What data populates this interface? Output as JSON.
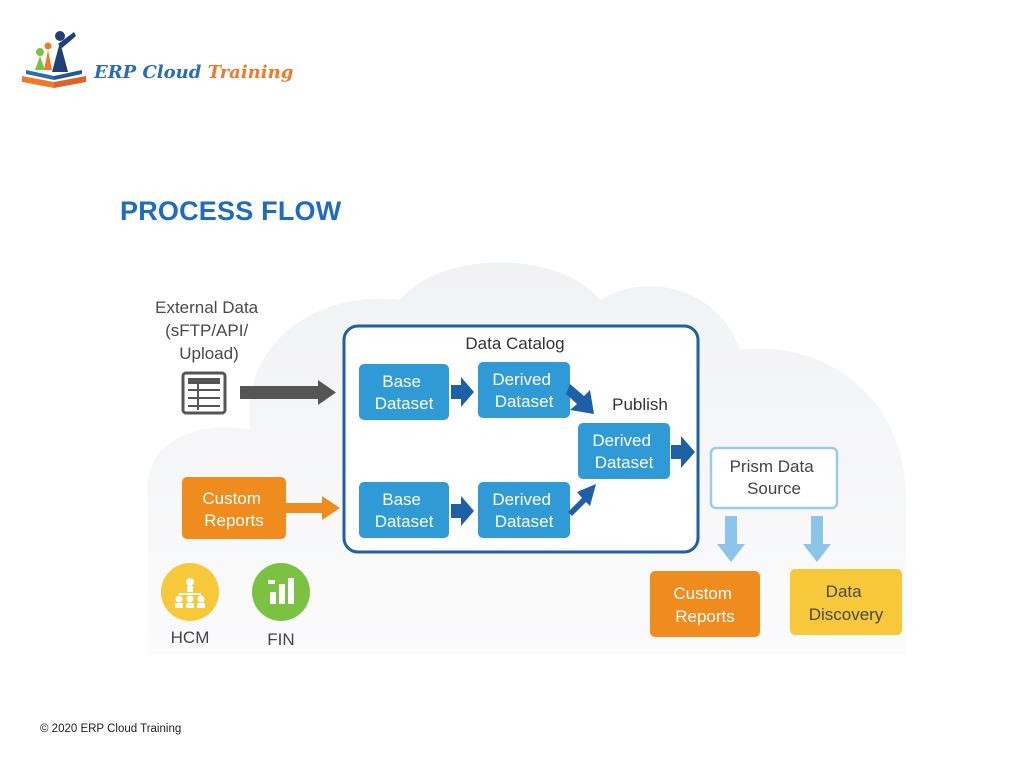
{
  "brand": {
    "name_part1": "ERP Cloud",
    "name_part2": "Training"
  },
  "slide": {
    "title": "PROCESS FLOW"
  },
  "footer": {
    "copyright": "© 2020 ERP Cloud Training"
  },
  "diagram": {
    "external_data": [
      "External Data",
      "(sFTP/API/",
      "Upload)"
    ],
    "catalog_title": "Data Catalog",
    "base_dataset_top": [
      "Base",
      "Dataset"
    ],
    "derived_dataset_top": [
      "Derived",
      "Dataset"
    ],
    "base_dataset_bottom": [
      "Base",
      "Dataset"
    ],
    "derived_dataset_bottom": [
      "Derived",
      "Dataset"
    ],
    "publish_label": "Publish",
    "derived_dataset_final": [
      "Derived",
      "Dataset"
    ],
    "prism_source": [
      "Prism Data",
      "Source"
    ],
    "custom_reports_left": [
      "Custom",
      "Reports"
    ],
    "custom_reports_right": [
      "Custom",
      "Reports"
    ],
    "data_discovery": [
      "Data",
      "Discovery"
    ],
    "hcm_label": "HCM",
    "fin_label": "FIN"
  },
  "colors": {
    "title_blue": "#1e6bbf",
    "box_blue": "#2f9ad6",
    "catalog_border": "#1f5fa8",
    "orange": "#f08c1e",
    "yellow": "#f7c93a",
    "green": "#7cc242",
    "gray_arrow": "#555555",
    "light_blue_arrow": "#8cc4ea"
  }
}
